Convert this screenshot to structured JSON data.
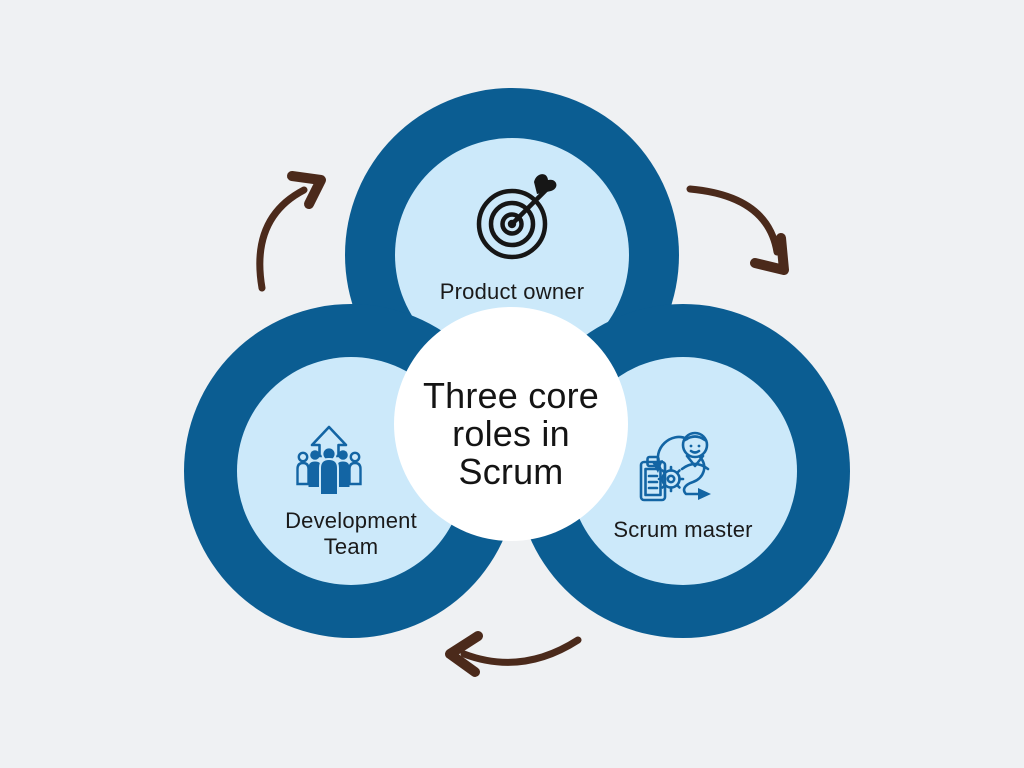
{
  "palette": {
    "background": "#eff1f3",
    "ring_blue": "#0b5d92",
    "inner_blue": "#cce9fa",
    "center_white": "#ffffff",
    "icon_blue": "#1365a4",
    "arrow_brown": "#4b2a1b",
    "text_dark": "#1a1a1a"
  },
  "center": {
    "title": "Three core roles in Scrum",
    "lines": [
      "Three core",
      "roles in",
      "Scrum"
    ]
  },
  "nodes": {
    "top": {
      "label": "Product owner",
      "icon": "target-icon"
    },
    "left": {
      "label": "Development Team",
      "icon": "team-growth-icon"
    },
    "right": {
      "label": "Scrum master",
      "icon": "scrum-cycle-icon"
    }
  },
  "arrows": {
    "top_left": "curved-arrow-up-right",
    "top_right": "curved-arrow-down-right",
    "bottom": "curved-arrow-left"
  }
}
